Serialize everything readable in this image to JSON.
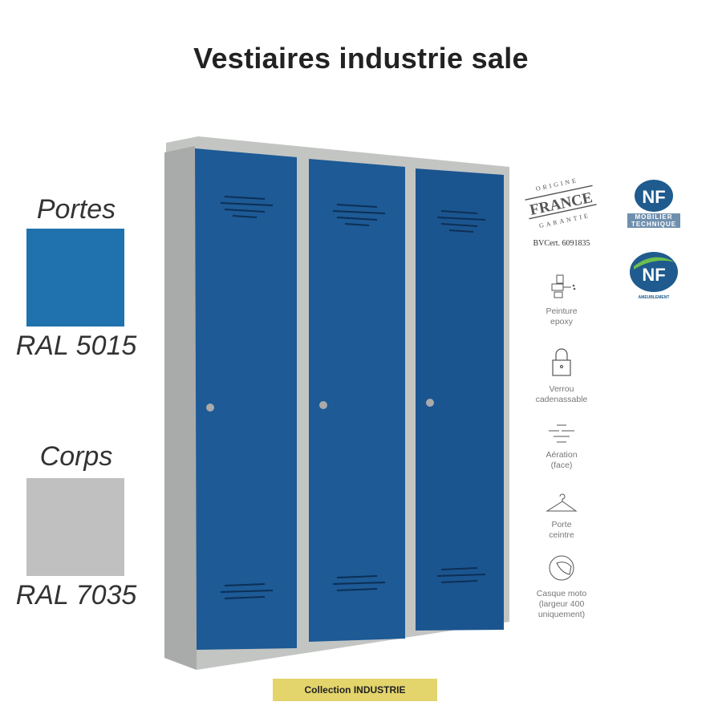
{
  "title": "Vestiaires industrie sale",
  "swatches": {
    "doors": {
      "label": "Portes",
      "code": "RAL 5015",
      "color": "#1f72ad"
    },
    "body": {
      "label": "Corps",
      "code": "RAL 7035",
      "color": "#bfc0bf"
    }
  },
  "certifications": {
    "origine": {
      "top": "ORIGINE",
      "main": "FRANCE",
      "bottom": "GARANTIE",
      "cert": "BVCert. 6091835"
    },
    "nf_mobilier": {
      "main": "NF",
      "sub": "MOBILIER TECHNIQUE"
    },
    "nf_environnement": {
      "main": "NF",
      "sub": "AMEUBLEMENT"
    }
  },
  "features": [
    {
      "icon": "spray-gun-icon",
      "line1": "Peinture",
      "line2": "epoxy"
    },
    {
      "icon": "padlock-icon",
      "line1": "Verrou",
      "line2": "cadenassable"
    },
    {
      "icon": "ventilation-icon",
      "line1": "Aération",
      "line2": "(face)"
    },
    {
      "icon": "hanger-icon",
      "line1": "Porte",
      "line2": "ceintre"
    },
    {
      "icon": "helmet-icon",
      "line1": "Casque moto",
      "line2": "(largeur 400",
      "line3": "uniquement)"
    }
  ],
  "badge": "Collection INDUSTRIE",
  "colors": {
    "door": "#1d5a96",
    "body": "#c3c5c3"
  }
}
